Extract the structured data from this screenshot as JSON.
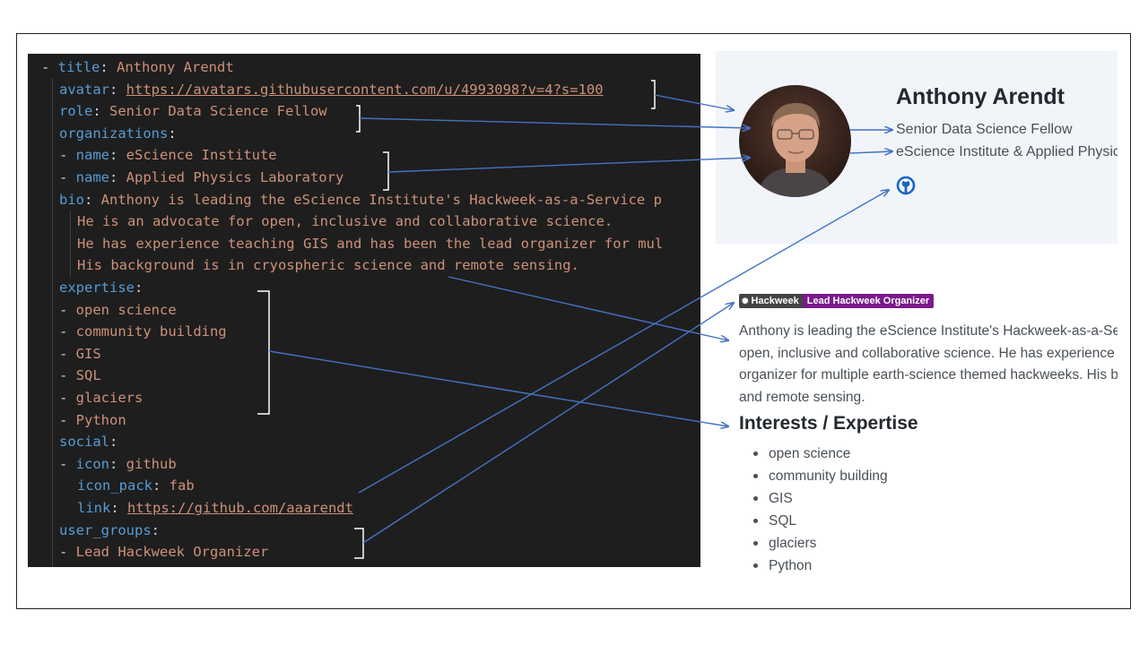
{
  "yaml": {
    "title_key": "title",
    "title_value": "Anthony Arendt",
    "avatar_key": "avatar",
    "avatar_value": "https://avatars.githubusercontent.com/u/4993098?v=4?s=100",
    "role_key": "role",
    "role_value": "Senior Data Science Fellow",
    "organizations_key": "organizations",
    "name_key": "name",
    "org1": "eScience Institute",
    "org2": "Applied Physics Laboratory",
    "bio_key": "bio",
    "bio_lines": [
      "Anthony is leading the eScience Institute's Hackweek-as-a-Service p",
      "He is an advocate for open, inclusive and collaborative science.",
      "He has experience teaching GIS and has been the lead organizer for mul",
      "His background is in cryospheric science and remote sensing."
    ],
    "expertise_key": "expertise",
    "expertise": [
      "open science",
      "community building",
      "GIS",
      "SQL",
      "glaciers",
      "Python"
    ],
    "social_key": "social",
    "icon_key": "icon",
    "icon_value": "github",
    "icon_pack_key": "icon_pack",
    "icon_pack_value": "fab",
    "link_key": "link",
    "link_value": "https://github.com/aaarendt",
    "user_groups_key": "user_groups",
    "user_group": "Lead Hackweek Organizer"
  },
  "profile": {
    "name": "Anthony Arendt",
    "role": "Senior Data Science Fellow",
    "organizations": "eScience Institute & Applied Physics Laboratory",
    "social_icon": "github-icon",
    "badge_left": "Hackweek",
    "badge_right": "Lead Hackweek Organizer",
    "bio_lines": [
      "Anthony is leading the eScience Institute's Hackweek-as-a-Service program.",
      "open, inclusive and collaborative science. He has experience teaching GIS",
      "organizer for multiple earth-science themed hackweeks. His background",
      "and remote sensing."
    ],
    "interests_title": "Interests / Expertise",
    "interests": [
      "open science",
      "community building",
      "GIS",
      "SQL",
      "glaciers",
      "Python"
    ]
  },
  "colors": {
    "code_bg": "#1e1e1e",
    "yaml_key": "#569cd6",
    "yaml_value": "#ce9178",
    "arrow": "#4472c4",
    "card_bg": "#f1f5f9",
    "badge_purple": "#7a1a8c"
  }
}
